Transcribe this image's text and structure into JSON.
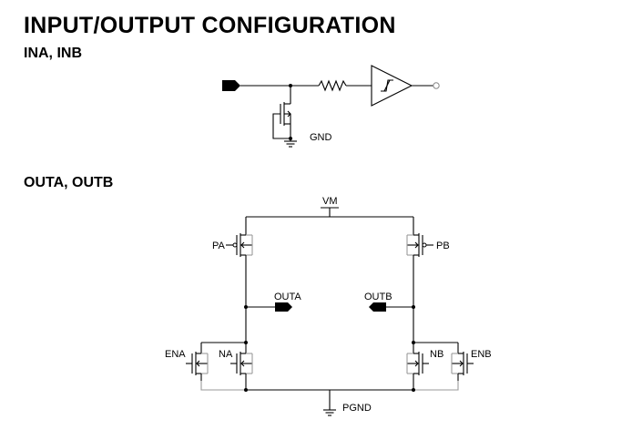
{
  "title": "INPUT/OUTPUT CONFIGURATION",
  "input_section": {
    "heading": "INA, INB",
    "gnd_label": "GND"
  },
  "output_section": {
    "heading": "OUTA, OUTB",
    "vm_label": "VM",
    "pgnd_label": "PGND",
    "pa_label": "PA",
    "pb_label": "PB",
    "outa_label": "OUTA",
    "outb_label": "OUTB",
    "na_label": "NA",
    "nb_label": "NB",
    "ena_label": "ENA",
    "enb_label": "ENB"
  }
}
